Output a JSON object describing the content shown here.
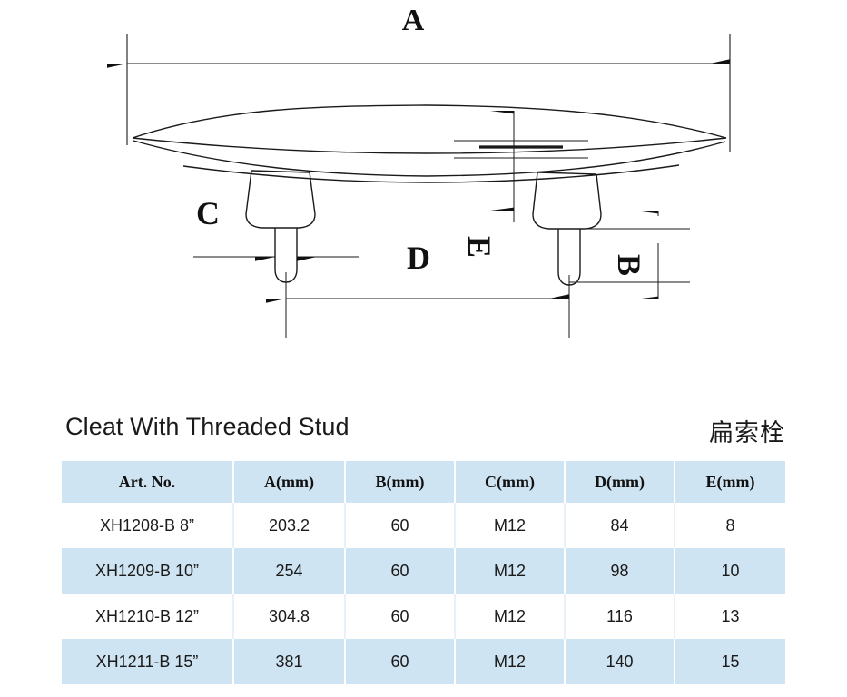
{
  "drawing": {
    "labels": {
      "a": "A",
      "b": "B",
      "c": "C",
      "d": "D",
      "e": "E"
    },
    "description": "Side elevation of a flat boat cleat with two threaded studs",
    "line_color": "#1a1a1a"
  },
  "titles": {
    "product_en": "Cleat With Threaded Stud",
    "product_cn": "扁索栓"
  },
  "table": {
    "columns": [
      "Art. No.",
      "A(mm)",
      "B(mm)",
      "C(mm)",
      "D(mm)",
      "E(mm)"
    ],
    "rows": [
      [
        "XH1208-B 8”",
        "203.2",
        "60",
        "M12",
        "84",
        "8"
      ],
      [
        "XH1209-B 10”",
        "254",
        "60",
        "M12",
        "98",
        "10"
      ],
      [
        "XH1210-B 12”",
        "304.8",
        "60",
        "M12",
        "116",
        "13"
      ],
      [
        "XH1211-B 15”",
        "381",
        "60",
        "M12",
        "140",
        "15"
      ]
    ]
  },
  "colors": {
    "header_bg": "#cfe4f2",
    "row_alt_bg": "#cfe4f2",
    "row_bg": "#ffffff",
    "text": "#1a1a1a"
  }
}
